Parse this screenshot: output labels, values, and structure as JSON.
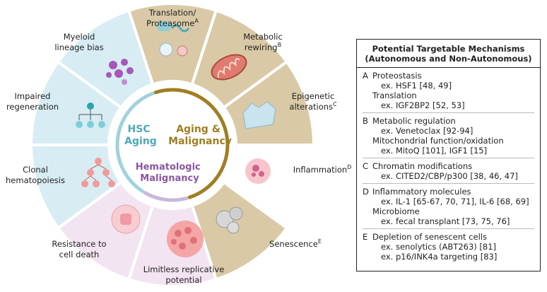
{
  "wheel": {
    "segments": [
      {
        "id": "translation",
        "label_lines": [
          "Translation/",
          "Proteasome"
        ],
        "sup": "A",
        "color": "#d9c9a6"
      },
      {
        "id": "metabolic",
        "label_lines": [
          "Metabolic",
          "rewiring"
        ],
        "sup": "B",
        "color": "#d9c9a6"
      },
      {
        "id": "epigenetic",
        "label_lines": [
          "Epigenetic",
          "alterations"
        ],
        "sup": "C",
        "color": "#d9c9a6"
      },
      {
        "id": "inflammation",
        "label_lines": [
          "Inflammation"
        ],
        "sup": "D",
        "color": "#ffffff"
      },
      {
        "id": "senescence",
        "label_lines": [
          "Senescence"
        ],
        "sup": "E",
        "color": "#d9c9a6"
      },
      {
        "id": "replicative",
        "label_lines": [
          "Limitless replicative",
          "potential"
        ],
        "sup": "",
        "color": "#f2e4f1"
      },
      {
        "id": "resistance",
        "label_lines": [
          "Resistance to",
          "cell death"
        ],
        "sup": "",
        "color": "#f2e4f1"
      },
      {
        "id": "clonal",
        "label_lines": [
          "Clonal",
          "hematopoiesis"
        ],
        "sup": "",
        "color": "#d8ecf3"
      },
      {
        "id": "regeneration",
        "label_lines": [
          "Impaired",
          "regeneration"
        ],
        "sup": "",
        "color": "#d8ecf3"
      },
      {
        "id": "myeloid",
        "label_lines": [
          "Myeloid",
          "lineage bias"
        ],
        "sup": "",
        "color": "#d8ecf3"
      }
    ],
    "center": {
      "hsc_lines": [
        "HSC",
        "Aging"
      ],
      "aging_lines": [
        "Aging &",
        "Malignancy"
      ],
      "heme_lines": [
        "Hematologic",
        "Malignancy"
      ]
    },
    "colors": {
      "teal": "#9fd2de",
      "gold": "#a07e22",
      "lavender": "#c9b7dc"
    }
  },
  "panel": {
    "title_line1": "Potential Targetable Mechanisms",
    "title_line2": "(Autonomous and Non-Autonomous)",
    "groups": [
      {
        "letter": "A",
        "lines": [
          {
            "text": "Proteostasis",
            "indent": false
          },
          {
            "text": "ex. HSF1 [48, 49]",
            "indent": true
          },
          {
            "text": "Translation",
            "indent": false
          },
          {
            "text": "ex. IGF2BP2 [52, 53]",
            "indent": true
          }
        ]
      },
      {
        "letter": "B",
        "lines": [
          {
            "text": "Metabolic regulation",
            "indent": false
          },
          {
            "text": "ex. Venetoclax [92-94]",
            "indent": true
          },
          {
            "text": "Mitochondrial function/oxidation",
            "indent": false
          },
          {
            "text": "ex. MitoQ [101], IGF1 [15]",
            "indent": true
          }
        ]
      },
      {
        "letter": "C",
        "lines": [
          {
            "text": "Chromatin modifications",
            "indent": false
          },
          {
            "text": "ex. CITED2/CBP/p300 [38, 46, 47]",
            "indent": true
          }
        ]
      },
      {
        "letter": "D",
        "lines": [
          {
            "text": "Inflammatory molecules",
            "indent": false
          },
          {
            "text": "ex. IL-1 [65-67, 70, 71], IL-6 [68, 69]",
            "indent": true
          },
          {
            "text": "Microbiome",
            "indent": false
          },
          {
            "text": "ex. fecal transplant [73, 75, 76]",
            "indent": true
          }
        ]
      },
      {
        "letter": "E",
        "lines": [
          {
            "text": "Depletion of senescent cells",
            "indent": false
          },
          {
            "text": "ex. senolytics (ABT263) [81]",
            "indent": true
          },
          {
            "text": "ex. p16/INK4a targeting [83]",
            "indent": true
          }
        ]
      }
    ]
  }
}
